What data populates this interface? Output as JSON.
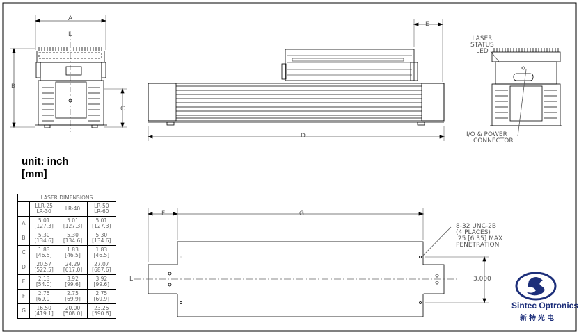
{
  "units": {
    "line1": "unit: inch",
    "line2": "[mm]"
  },
  "drawing_labels": {
    "A": "A",
    "B": "B",
    "C": "C",
    "D": "D",
    "E": "E",
    "F": "F",
    "G": "G",
    "L": "L",
    "laser_status_led": [
      "LASER",
      "STATUS",
      "LED"
    ],
    "io_power": [
      "I/O & POWER",
      "CONNECTOR"
    ],
    "thread_note": [
      "8-32 UNC-2B",
      "(4 PLACES)",
      ".25 [6.35] MAX",
      "PENETRATION"
    ],
    "spacing": "3.000"
  },
  "table": {
    "title": "LASER DIMENSIONS",
    "columns": [
      [
        "LLR-25",
        "LR-30"
      ],
      [
        "LR-40"
      ],
      [
        "LR-50",
        "LR-60"
      ]
    ],
    "rows": [
      {
        "label": "A",
        "cells": [
          [
            "5.01",
            "[127.3]"
          ],
          [
            "5.01",
            "[127.3]"
          ],
          [
            "5.01",
            "[127.3]"
          ]
        ]
      },
      {
        "label": "B",
        "cells": [
          [
            "5.30",
            "[134.6]"
          ],
          [
            "5.30",
            "[134.6]"
          ],
          [
            "5.30",
            "[134.6]"
          ]
        ]
      },
      {
        "label": "C",
        "cells": [
          [
            "1.83",
            "[46.5]"
          ],
          [
            "1.83",
            "[46.5]"
          ],
          [
            "1.83",
            "[46.5]"
          ]
        ]
      },
      {
        "label": "D",
        "cells": [
          [
            "20.57",
            "[522.5]"
          ],
          [
            "24.29",
            "[617.0]"
          ],
          [
            "27.07",
            "[687.6]"
          ]
        ]
      },
      {
        "label": "E",
        "cells": [
          [
            "2.13",
            "[54.0]"
          ],
          [
            "3.92",
            "[99.6]"
          ],
          [
            "3.92",
            "[99.6]"
          ]
        ]
      },
      {
        "label": "F",
        "cells": [
          [
            "2.75",
            "[69.9]"
          ],
          [
            "2.75",
            "[69.9]"
          ],
          [
            "2.75",
            "[69.9]"
          ]
        ]
      },
      {
        "label": "G",
        "cells": [
          [
            "16.50",
            "[419.1]"
          ],
          [
            "20.00",
            "[508.0]"
          ],
          [
            "23.25",
            "[590.6]"
          ]
        ]
      }
    ]
  },
  "logo": {
    "name": "Sintec Optronics",
    "cn": "新特光电",
    "primary_color": "#1d2f7a"
  },
  "colors": {
    "ink": "#000000",
    "dim": "#555555"
  }
}
